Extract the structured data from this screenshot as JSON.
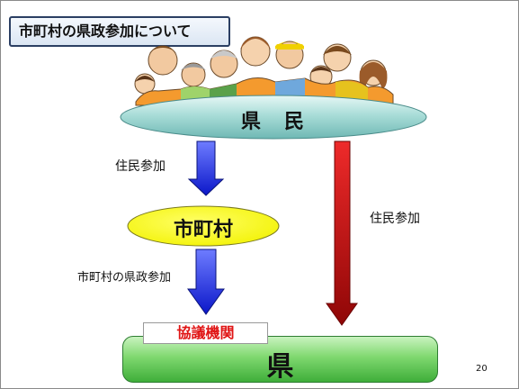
{
  "title": "市町村の県政参加について",
  "nodes": {
    "citizens": "県　民",
    "municipality": "市町村",
    "council": "協議機関",
    "prefecture": "県"
  },
  "flows": {
    "citizens_to_municipality": "住民参加",
    "municipality_to_prefecture": "市町村の県政参加",
    "citizens_to_prefecture": "住民参加"
  },
  "page_number": "20",
  "colors": {
    "blue_arrow": "#1f2fe0",
    "red_arrow": "#c20d0d",
    "yellow_ellipse": "#ffff00",
    "green_box": "#55c24a",
    "council_text": "#e01515"
  },
  "illustration": "crowd-of-people-clipart"
}
